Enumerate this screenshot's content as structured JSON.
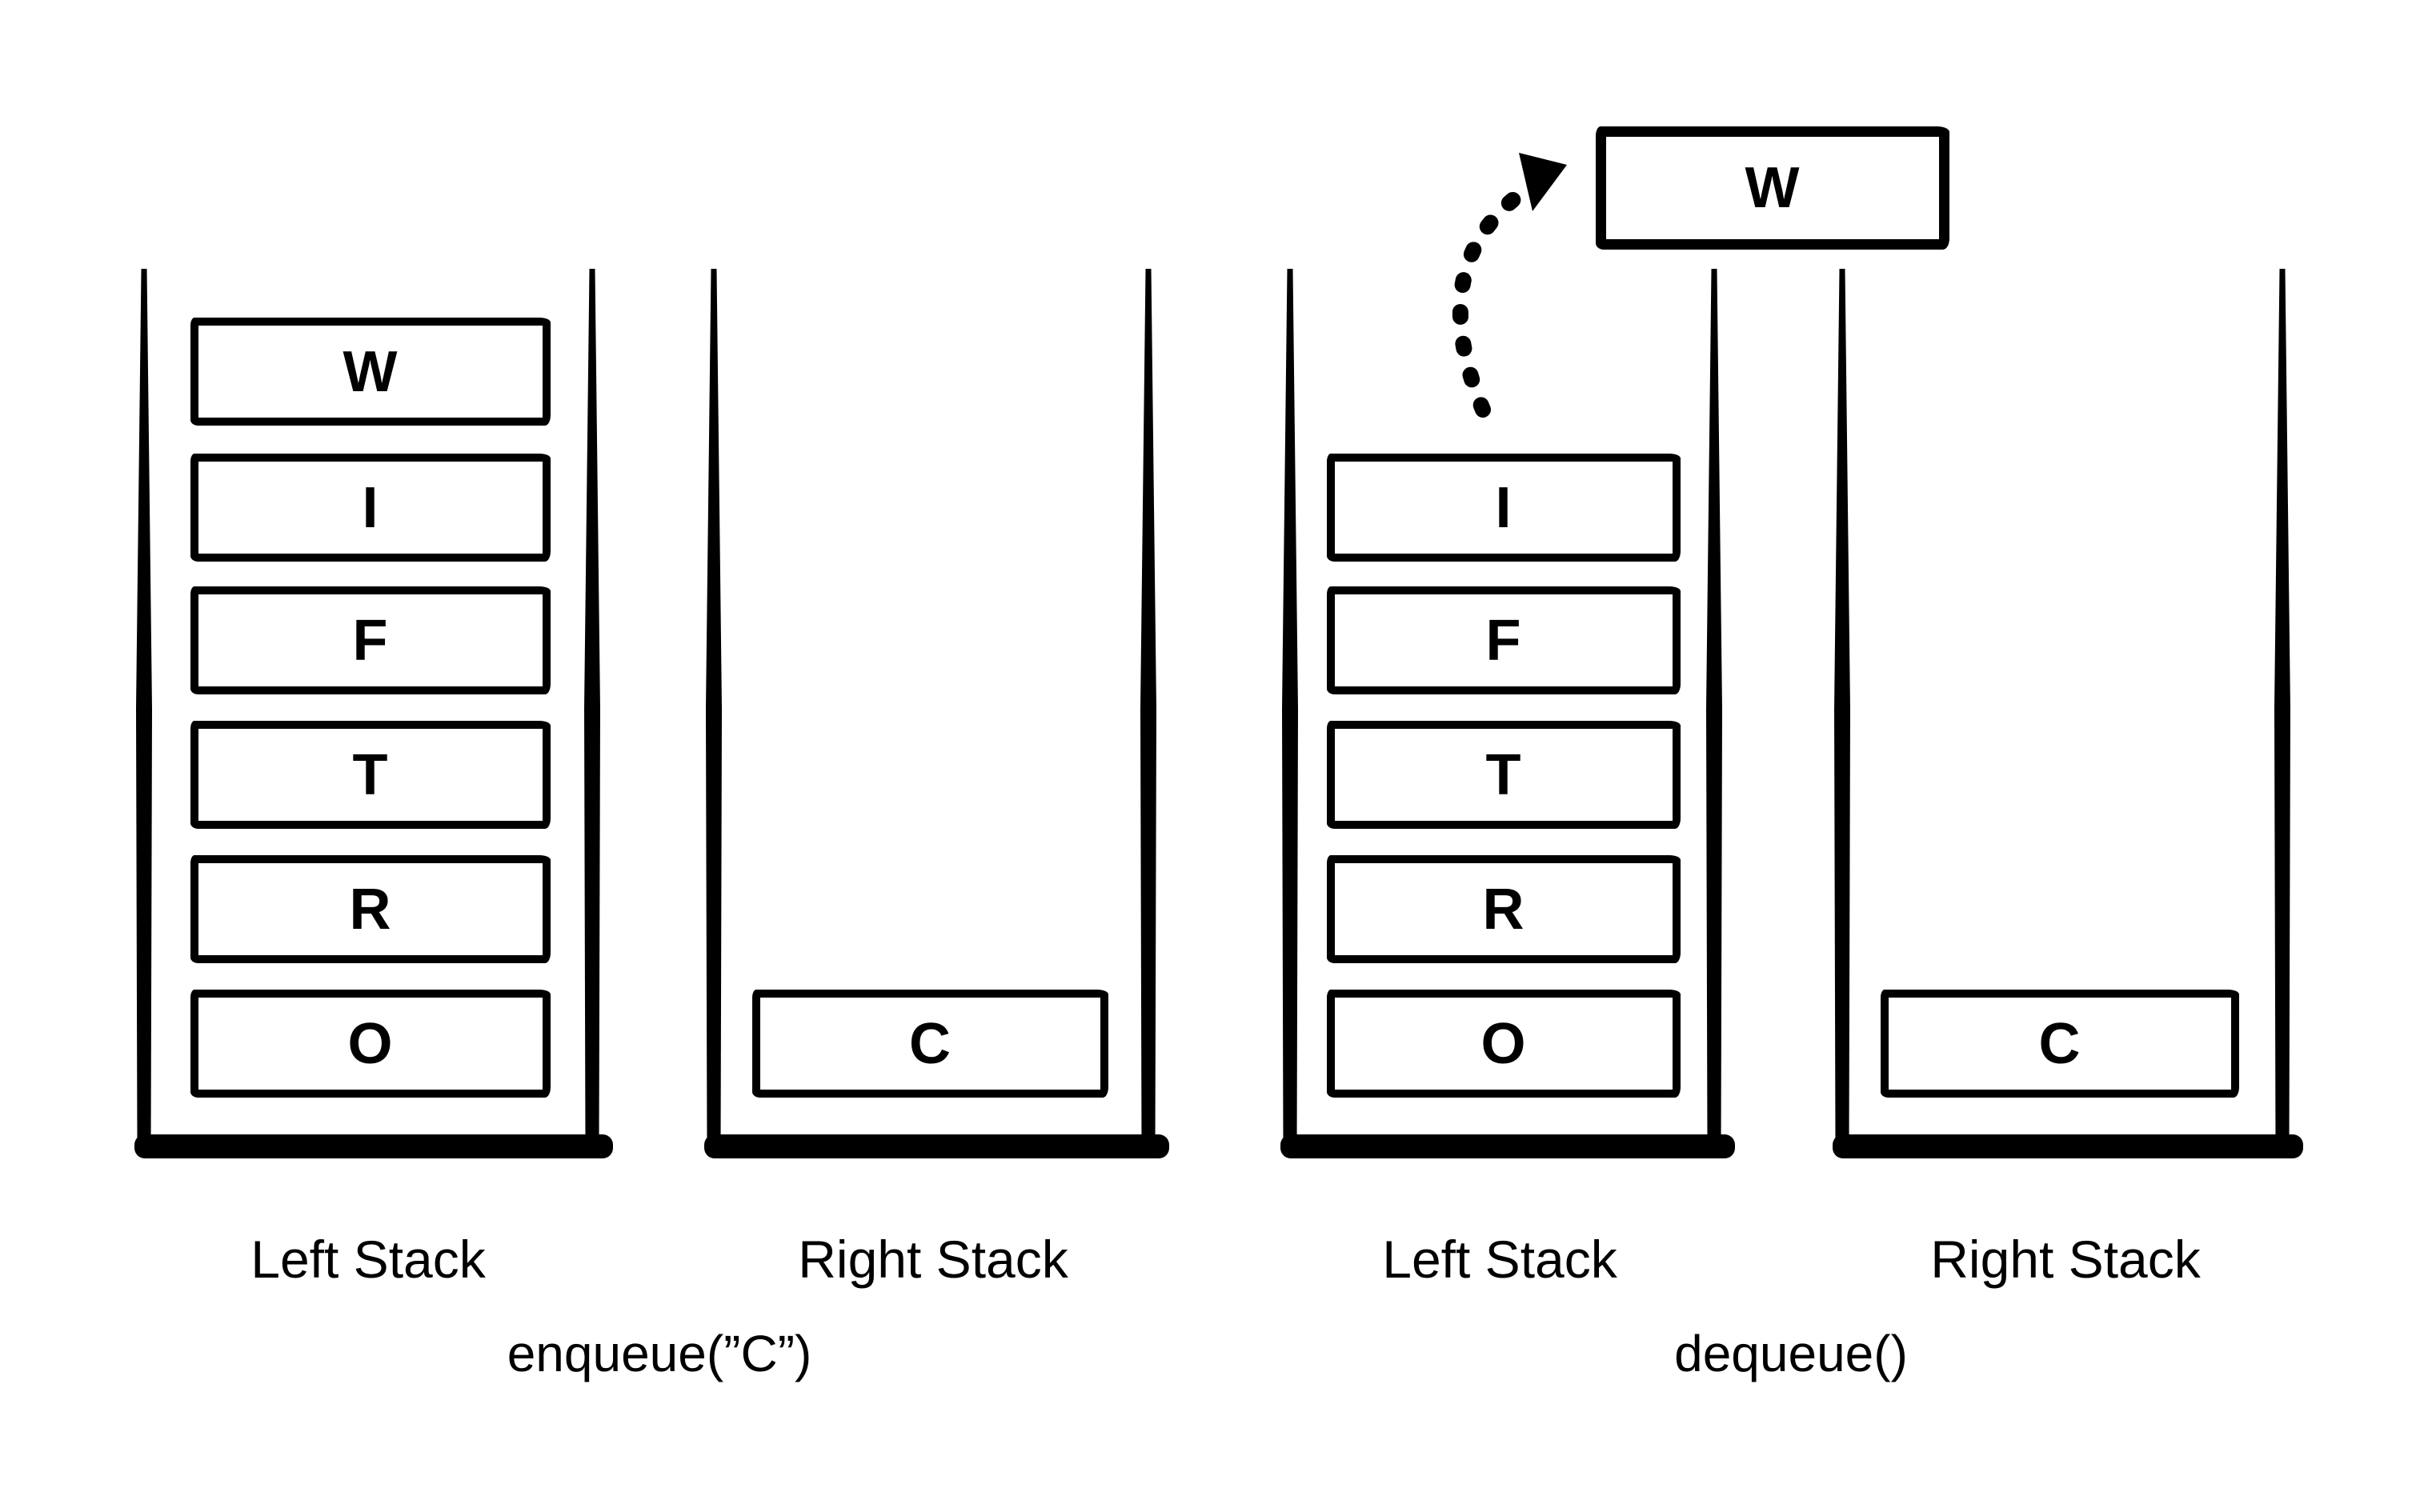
{
  "colors": {
    "ink": "#000000",
    "background": "#ffffff"
  },
  "panels": [
    {
      "caption": "enqueue(”C”)",
      "left_stack": {
        "label": "Left Stack",
        "items_top_to_bottom": [
          "W",
          "I",
          "F",
          "T",
          "R",
          "O"
        ]
      },
      "right_stack": {
        "label": "Right Stack",
        "items_top_to_bottom": [
          "C"
        ]
      }
    },
    {
      "caption": "dequeue()",
      "left_stack": {
        "label": "Left Stack",
        "items_top_to_bottom": [
          "I",
          "F",
          "T",
          "R",
          "O"
        ]
      },
      "right_stack": {
        "label": "Right Stack",
        "items_top_to_bottom": [
          "C"
        ]
      },
      "popped_item": "W",
      "arrow_icon": "curved-dashed-arrow"
    }
  ]
}
